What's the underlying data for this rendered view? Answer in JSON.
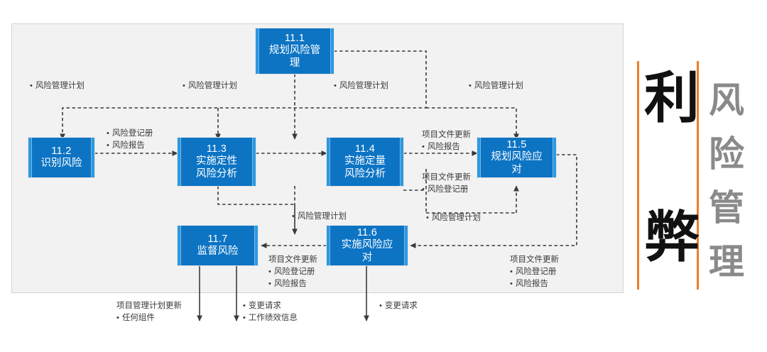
{
  "diagram": {
    "title_panel": {
      "accent_color": "#ec7f29",
      "big_chars": [
        "利",
        "弊"
      ],
      "gray_chars": [
        "风",
        "险",
        "管",
        "理"
      ],
      "gray_text": "风险管理",
      "big_text": "利弊"
    },
    "panel_bg": "#f2f2f2",
    "box_color": "#0d74c4",
    "box_edge_color": "#2d98e0",
    "boxes": [
      {
        "id": "11.1",
        "num": "11.1",
        "lines": [
          "规划风险管理"
        ]
      },
      {
        "id": "11.2",
        "num": "11.2",
        "lines": [
          "识别风险"
        ]
      },
      {
        "id": "11.3",
        "num": "11.3",
        "lines": [
          "实施定性",
          "风险分析"
        ]
      },
      {
        "id": "11.4",
        "num": "11.4",
        "lines": [
          "实施定量",
          "风险分析"
        ]
      },
      {
        "id": "11.5",
        "num": "11.5",
        "lines": [
          "规划风险应对"
        ]
      },
      {
        "id": "11.6",
        "num": "11.6",
        "lines": [
          "实施风险应对"
        ]
      },
      {
        "id": "11.7",
        "num": "11.7",
        "lines": [
          "监督风险"
        ]
      }
    ],
    "labels": [
      {
        "id": "t1",
        "items": [
          {
            "text": "风险管理计划",
            "bullet": true
          }
        ]
      },
      {
        "id": "t2",
        "items": [
          {
            "text": "风险管理计划",
            "bullet": true
          }
        ]
      },
      {
        "id": "t3",
        "items": [
          {
            "text": "风险管理计划",
            "bullet": true
          }
        ]
      },
      {
        "id": "t4",
        "items": [
          {
            "text": "风险管理计划",
            "bullet": true
          }
        ]
      },
      {
        "id": "m1",
        "items": [
          {
            "text": "风险登记册",
            "bullet": true
          },
          {
            "text": "风险报告",
            "bullet": true
          }
        ]
      },
      {
        "id": "r1",
        "items": [
          {
            "text": "项目文件更新",
            "bullet": false
          },
          {
            "text": "风险报告",
            "bullet": true
          }
        ]
      },
      {
        "id": "r2",
        "items": [
          {
            "text": "项目文件更新",
            "bullet": false
          },
          {
            "text": "风险登记册",
            "bullet": true
          }
        ]
      },
      {
        "id": "c1",
        "items": [
          {
            "text": "风险管理计划",
            "bullet": true
          }
        ]
      },
      {
        "id": "c2",
        "items": [
          {
            "text": "风险管理计划",
            "bullet": true
          }
        ]
      },
      {
        "id": "b1",
        "items": [
          {
            "text": "项目文件更新",
            "bullet": false
          },
          {
            "text": "风险登记册",
            "bullet": true
          },
          {
            "text": "风险报告",
            "bullet": true
          }
        ]
      },
      {
        "id": "b2",
        "items": [
          {
            "text": "项目文件更新",
            "bullet": false
          },
          {
            "text": "风险登记册",
            "bullet": true
          },
          {
            "text": "风险报告",
            "bullet": true
          }
        ]
      },
      {
        "id": "f1",
        "items": [
          {
            "text": "项目管理计划更新",
            "bullet": false
          },
          {
            "text": "任何组件",
            "bullet": true
          }
        ]
      },
      {
        "id": "f2",
        "items": [
          {
            "text": "变更请求",
            "bullet": true
          },
          {
            "text": "工作绩效信息",
            "bullet": true
          }
        ]
      },
      {
        "id": "f3",
        "items": [
          {
            "text": "变更请求",
            "bullet": true
          }
        ]
      }
    ]
  }
}
